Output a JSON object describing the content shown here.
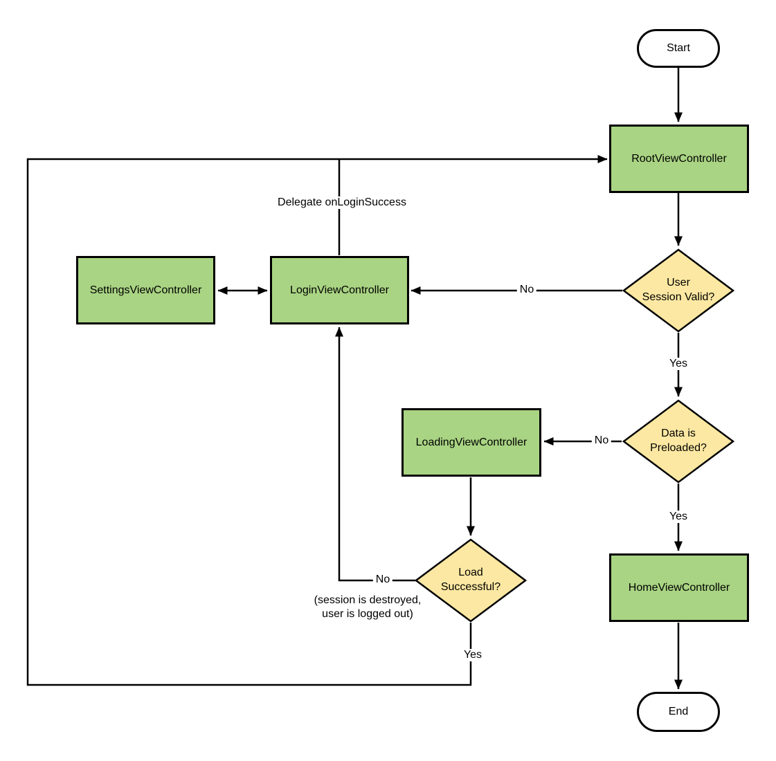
{
  "colors": {
    "process_fill": "#a9d483",
    "decision_fill": "#fce8a2",
    "stroke": "#000000",
    "background": "#ffffff"
  },
  "nodes": {
    "start": {
      "label": "Start",
      "type": "terminator"
    },
    "root_view_controller": {
      "label": "RootViewController",
      "type": "process"
    },
    "user_session_valid": {
      "label": "User\nSession Valid?",
      "type": "decision"
    },
    "settings_view_controller": {
      "label": "SettingsViewController",
      "type": "process"
    },
    "login_view_controller": {
      "label": "LoginViewController",
      "type": "process"
    },
    "data_is_preloaded": {
      "label": "Data is\nPreloaded?",
      "type": "decision"
    },
    "loading_view_controller": {
      "label": "LoadingViewController",
      "type": "process"
    },
    "load_successful": {
      "label": "Load\nSuccessful?",
      "type": "decision"
    },
    "home_view_controller": {
      "label": "HomeViewController",
      "type": "process"
    },
    "end": {
      "label": "End",
      "type": "terminator"
    }
  },
  "edge_labels": {
    "delegate": "Delegate onLoginSuccess",
    "session_no": "No",
    "session_yes": "Yes",
    "preloaded_no": "No",
    "preloaded_yes": "Yes",
    "load_no": "No",
    "load_no_note": "(session is destroyed,\nuser is logged out)",
    "load_yes": "Yes"
  }
}
